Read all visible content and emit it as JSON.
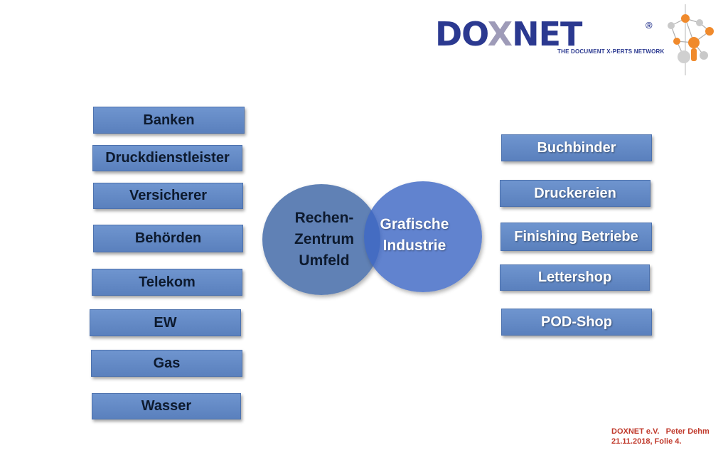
{
  "logo": {
    "word_left": "DO",
    "word_x": "X",
    "word_right": "NET",
    "reg": "®",
    "tagline": "THE DOCUMENT X-PERTS NETWORK"
  },
  "left_boxes": [
    "Banken",
    "Druckdienstleister",
    "Versicherer",
    "Behörden",
    "Telekom",
    "EW",
    "Gas",
    "Wasser"
  ],
  "right_boxes": [
    "Buchbinder",
    "Druckereien",
    "Finishing Betriebe",
    "Lettershop",
    "POD-Shop"
  ],
  "circles": {
    "left": "Rechen-\nZentrum\nUmfeld",
    "right": "Grafische\nIndustrie"
  },
  "footer": {
    "line1": "DOXNET e.V.   Peter Dehm",
    "line2": "21.11.2018, Folie 4."
  }
}
